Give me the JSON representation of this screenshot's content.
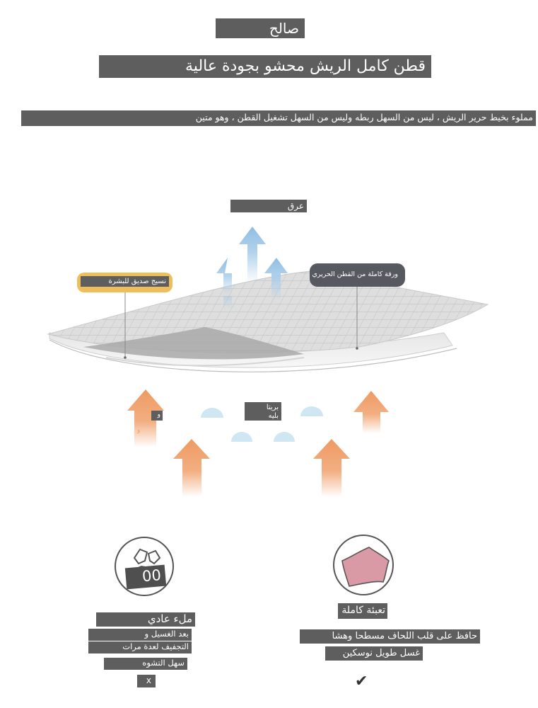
{
  "header": {
    "title": "صالح",
    "subtitle": "قطن كامل الريش محشو بجودة عالية",
    "description": "مملوء بخيط حرير الريش ، ليس من السهل ربطه وليس من السهل تشغيل القطن ، وهو متين"
  },
  "diagram": {
    "sweat_label": "عرق",
    "skin_friendly_label": "نسيج صديق للبشرة",
    "silk_layer_label": "ورقة كاملة من القطن الحريري",
    "bacteria_label_line1": "بريتا",
    "bacteria_label_line2": "بليه",
    "left_fragment_1": "و",
    "left_fragment_2": "و"
  },
  "comparison": {
    "ordinary": {
      "title": "ملء عادي",
      "line1": "بعد الغسيل و",
      "line2": "التجفيف لعدة مرات",
      "line3": "سهل التشوه",
      "mark": "x",
      "icon_text": "00"
    },
    "full": {
      "title": "تعبئة كاملة",
      "line1": "حافظ على قلب اللحاف مسطحا وهشا",
      "line2": "غسل طويل نوسكين",
      "mark": "✔"
    }
  },
  "colors": {
    "label_bg": "#5e5e5e",
    "skin_bubble": "#efbe5c",
    "silk_bubble": "#56595f",
    "up_arrow_blue": "#a9cdea",
    "heat_arrow_orange": "#f0a06b",
    "dome_blue": "#cfe6f3",
    "fabric_pink": "#d99aa5"
  }
}
